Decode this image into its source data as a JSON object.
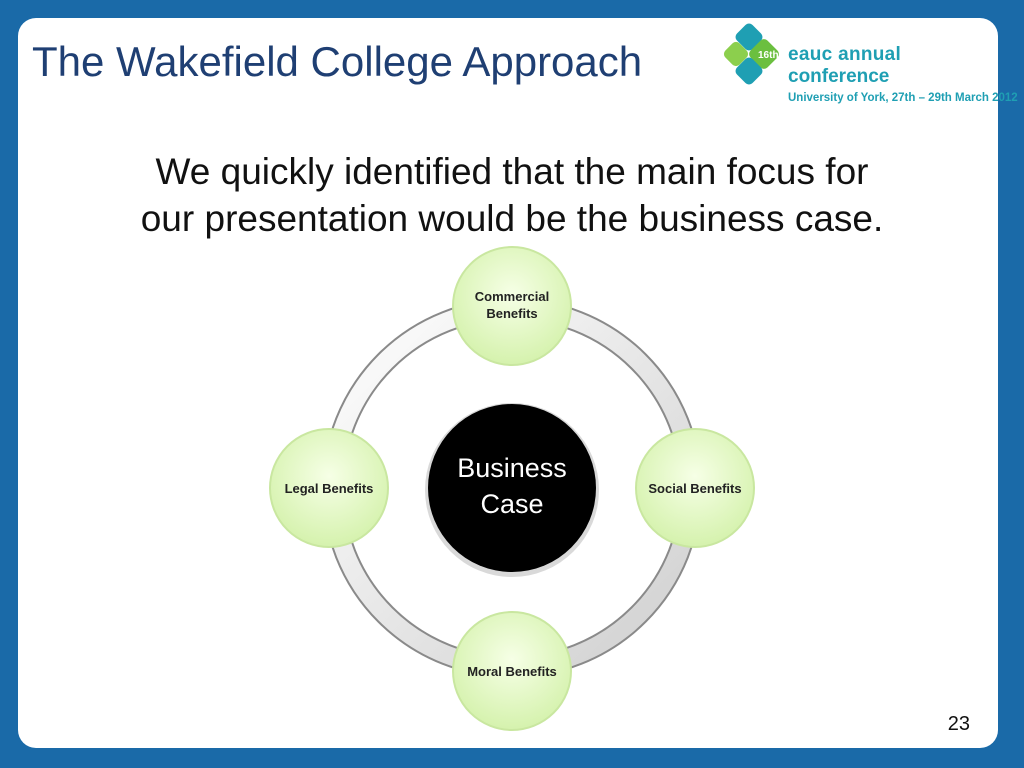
{
  "slide": {
    "title": "The Wakefield College Approach",
    "subtitle_line1": "We quickly identified that the main focus for",
    "subtitle_line2": "our presentation would be the business case.",
    "page_number": "23"
  },
  "logo": {
    "badge": "16th",
    "line1": "eauc annual",
    "line2": "conference",
    "line3": "University of York, 27th – 29th March 2012"
  },
  "diagram": {
    "center": {
      "line1": "Business",
      "line2": "Case"
    },
    "nodes": {
      "top": {
        "line1": "Commercial",
        "line2": "Benefits"
      },
      "right": "Social Benefits",
      "bottom": "Moral Benefits",
      "left": "Legal Benefits"
    }
  },
  "colors": {
    "frame": "#1a6aa8",
    "title": "#1f3f73",
    "node_fill": "#e6f9c8",
    "center_fill": "#000000",
    "logo_teal": "#1f9fb3",
    "logo_green": "#8ccf4d"
  }
}
